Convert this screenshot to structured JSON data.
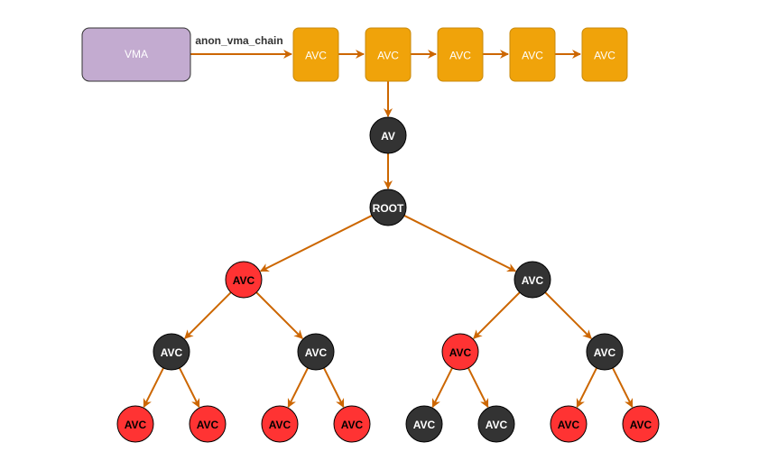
{
  "colors": {
    "edge": "#cc6600",
    "vma_fill": "#c3abd0",
    "vma_stroke": "#333333",
    "avc_chain_fill": "#f0a30a",
    "avc_chain_stroke": "#c98a0c",
    "black_node": "#333333",
    "red_node": "#ff3333",
    "node_stroke": "#000000",
    "white_text": "#ffffff",
    "dark_text": "#000000",
    "label_text": "#333333"
  },
  "vma": {
    "label": "VMA"
  },
  "edge_label": "anon_vma_chain",
  "chain": [
    {
      "id": "c1",
      "label": "AVC"
    },
    {
      "id": "c2",
      "label": "AVC"
    },
    {
      "id": "c3",
      "label": "AVC"
    },
    {
      "id": "c4",
      "label": "AVC"
    },
    {
      "id": "c5",
      "label": "AVC"
    }
  ],
  "av": {
    "label": "AV",
    "color": "black"
  },
  "tree": [
    {
      "id": "root",
      "label": "ROOT",
      "color": "black",
      "parent": null
    },
    {
      "id": "l",
      "label": "AVC",
      "color": "red",
      "parent": "root"
    },
    {
      "id": "r",
      "label": "AVC",
      "color": "black",
      "parent": "root"
    },
    {
      "id": "ll",
      "label": "AVC",
      "color": "black",
      "parent": "l"
    },
    {
      "id": "lr",
      "label": "AVC",
      "color": "black",
      "parent": "l"
    },
    {
      "id": "rl",
      "label": "AVC",
      "color": "red",
      "parent": "r"
    },
    {
      "id": "rr",
      "label": "AVC",
      "color": "black",
      "parent": "r"
    },
    {
      "id": "lll",
      "label": "AVC",
      "color": "red",
      "parent": "ll"
    },
    {
      "id": "llr",
      "label": "AVC",
      "color": "red",
      "parent": "ll"
    },
    {
      "id": "lrl",
      "label": "AVC",
      "color": "red",
      "parent": "lr"
    },
    {
      "id": "lrr",
      "label": "AVC",
      "color": "red",
      "parent": "lr"
    },
    {
      "id": "rll",
      "label": "AVC",
      "color": "black",
      "parent": "rl"
    },
    {
      "id": "rlr",
      "label": "AVC",
      "color": "black",
      "parent": "rl"
    },
    {
      "id": "rrl",
      "label": "AVC",
      "color": "red",
      "parent": "rr"
    },
    {
      "id": "rrr",
      "label": "AVC",
      "color": "red",
      "parent": "rr"
    }
  ]
}
